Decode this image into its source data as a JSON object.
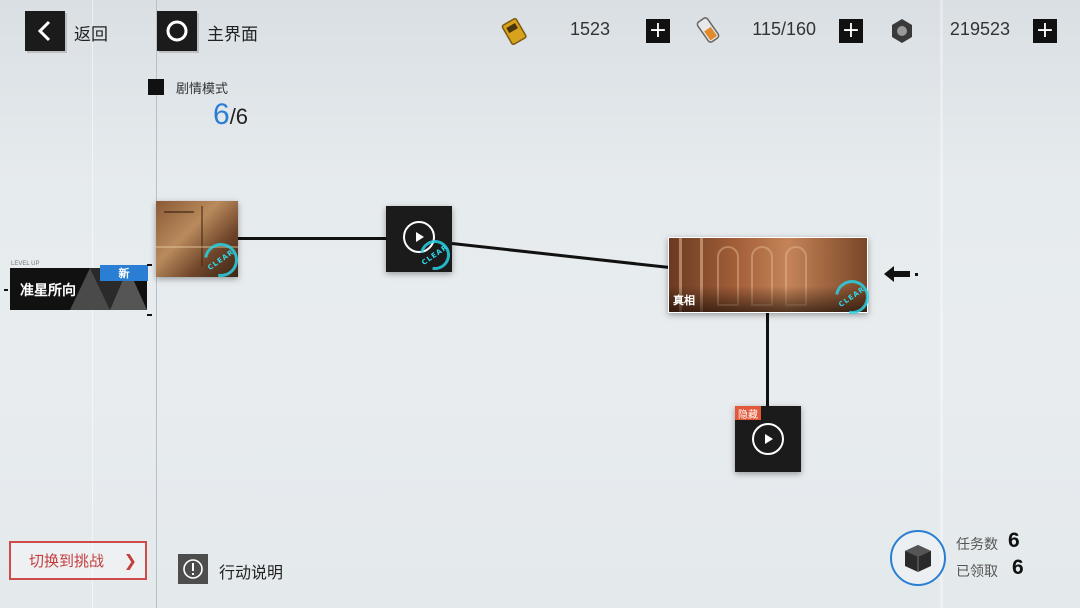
{
  "header": {
    "back_label": "返回",
    "home_label": "主界面"
  },
  "resources": [
    {
      "name": "stamina-ticket",
      "value": "1523",
      "icon": "ticket-icon",
      "color": "#d9a21c"
    },
    {
      "name": "battery",
      "value": "115/160",
      "icon": "battery-icon",
      "color": "#e08a2c"
    },
    {
      "name": "gear",
      "value": "219523",
      "icon": "gear-nut-icon",
      "color": "#333333"
    }
  ],
  "mode": {
    "label": "剧情模式",
    "progress_current": "6",
    "progress_total": "/6",
    "accent": "#2a7fd4"
  },
  "side_card": {
    "small_text": "LEVEL UP",
    "title": "准星所向",
    "badge": "新"
  },
  "stages": [
    {
      "id": "stage-1",
      "type": "image",
      "status": "CLEAR"
    },
    {
      "id": "stage-2",
      "type": "video",
      "status": "CLEAR"
    },
    {
      "id": "stage-3",
      "type": "image",
      "title": "真相",
      "status": "CLEAR",
      "current": true
    },
    {
      "id": "stage-4",
      "type": "video",
      "tag": "隐藏",
      "tag_color": "#e4583a"
    }
  ],
  "footer": {
    "switch_label": "切换到挑战",
    "switch_arrow": "❯",
    "info_label": "行动说明",
    "task_count_label": "任务数",
    "task_count": "6",
    "claimed_label": "已领取",
    "claimed_count": "6"
  }
}
